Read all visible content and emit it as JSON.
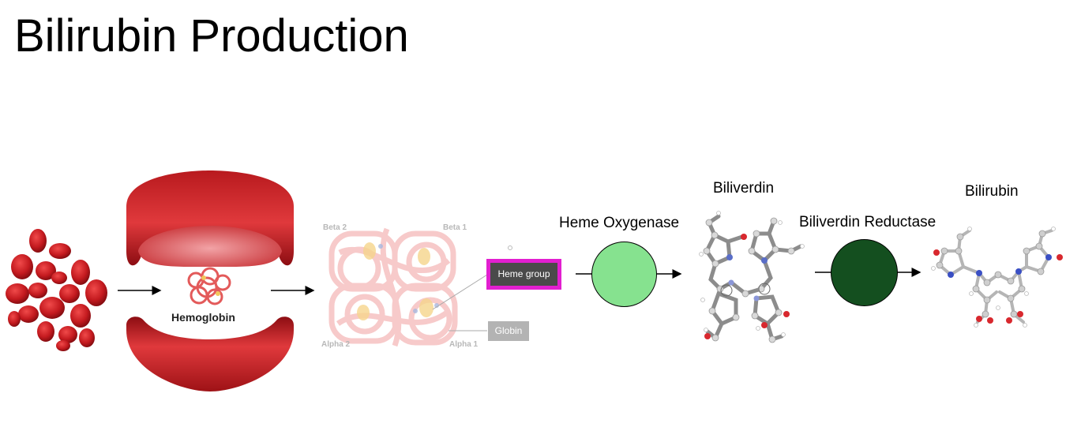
{
  "title": "Bilirubin Production",
  "hemoglobin_label": "Hemoglobin",
  "protein_chains": {
    "beta2": "Beta 2",
    "beta1": "Beta 1",
    "alpha2": "Alpha 2",
    "alpha1": "Alpha 1"
  },
  "heme_group_label": "Heme group",
  "globin_label": "Globin",
  "enzymes": {
    "heme_oxygenase": "Heme Oxygenase",
    "biliverdin_reductase": "Biliverdin Reductase"
  },
  "products": {
    "biliverdin": "Biliverdin",
    "bilirubin": "Bilirubin"
  },
  "colors": {
    "heme_oxygenase": "#86e28f",
    "biliverdin_reductase": "#144f1f",
    "highlight": "#e21fd0",
    "blood_cell": "#c41a1f"
  }
}
